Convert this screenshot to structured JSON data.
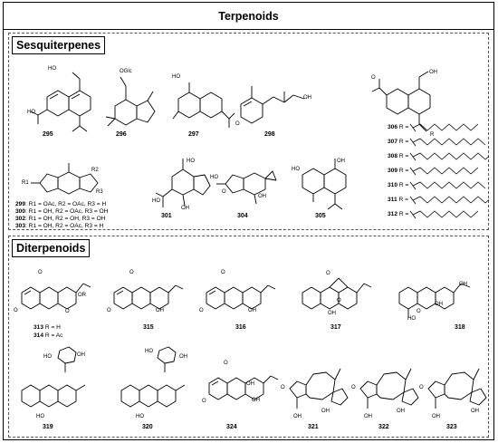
{
  "title": "Terpenoids",
  "sections": {
    "sesquiterpenes": "Sesquiterpenes",
    "diterpenoids": "Diterpenoids"
  },
  "compounds": {
    "c295": "295",
    "c296": "296",
    "c297": "297",
    "c298": "298",
    "c301": "301",
    "c304": "304",
    "c305": "305",
    "c313": "313",
    "c314": "314",
    "c315": "315",
    "c316": "316",
    "c317": "317",
    "c318": "318",
    "c319": "319",
    "c320": "320",
    "c324": "324",
    "c321": "321",
    "c322": "322",
    "c323": "323"
  },
  "r_table_299_303": [
    {
      "id": "299",
      "text": ": R1 = OAc, R2 = OAc, R3 = H"
    },
    {
      "id": "300",
      "text": ": R1 = OH, R2 = OAc, R3 = OH"
    },
    {
      "id": "302",
      "text": ": R1 = OH, R2 = OH, R3 = OH"
    },
    {
      "id": "303",
      "text": ": R1 = OH, R2 = OAc, R3 = H"
    }
  ],
  "r_list_306_312": [
    "306",
    "307",
    "308",
    "309",
    "310",
    "311",
    "312"
  ],
  "r_eq": "R =",
  "sub_313": "R = H",
  "sub_314": "R = Ac",
  "atoms": {
    "ho": "HO",
    "oh": "OH",
    "oglc": "OGlc",
    "o": "O",
    "r": "R",
    "r1": "R1",
    "r2": "R2",
    "r3": "R3",
    "or": "OR",
    "h": "H"
  }
}
